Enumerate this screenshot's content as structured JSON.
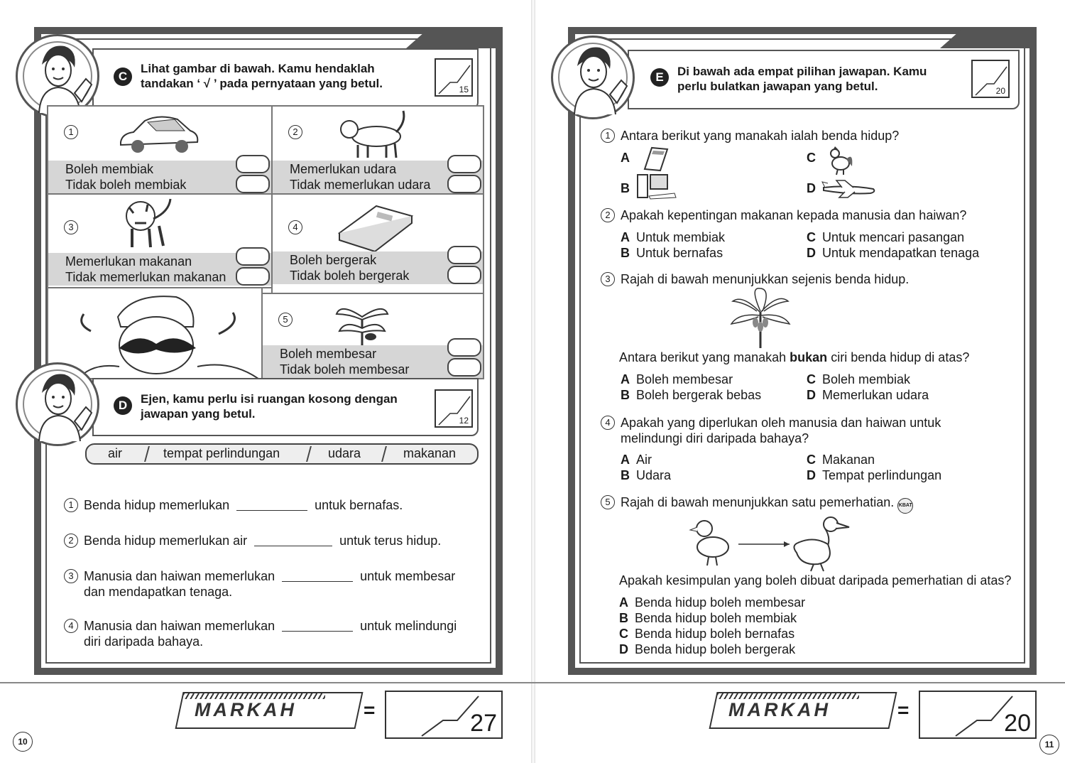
{
  "left": {
    "section_c": {
      "letter": "C",
      "instruction_1": "Lihat gambar di bawah. Kamu hendaklah",
      "instruction_2": "tandakan ‘ √ ’ pada pernyataan yang betul.",
      "score": "15",
      "items": [
        {
          "num": "1",
          "line1": "Boleh membiak",
          "line2": "Tidak boleh membiak"
        },
        {
          "num": "2",
          "line1": "Memerlukan udara",
          "line2": "Tidak memerlukan udara"
        },
        {
          "num": "3",
          "line1": "Memerlukan makanan",
          "line2": "Tidak memerlukan makanan"
        },
        {
          "num": "4",
          "line1": "Boleh bergerak",
          "line2": "Tidak boleh bergerak"
        },
        {
          "num": "5",
          "line1": "Boleh membesar",
          "line2": "Tidak boleh membesar"
        }
      ]
    },
    "section_d": {
      "letter": "D",
      "instruction_1": "Ejen, kamu perlu isi ruangan kosong dengan",
      "instruction_2": "jawapan yang betul.",
      "score": "12",
      "word_bank": [
        "air",
        "tempat perlindungan",
        "udara",
        "makanan"
      ],
      "questions": [
        {
          "num": "1",
          "before": "Benda hidup memerlukan",
          "after": "untuk bernafas.",
          "line2": ""
        },
        {
          "num": "2",
          "before": "Benda hidup memerlukan air",
          "after": "untuk terus hidup.",
          "line2": ""
        },
        {
          "num": "3",
          "before": "Manusia dan haiwan memerlukan",
          "after": "untuk membesar",
          "line2": "dan mendapatkan tenaga."
        },
        {
          "num": "4",
          "before": "Manusia dan haiwan memerlukan",
          "after": "untuk melindungi",
          "line2": "diri daripada bahaya."
        }
      ]
    },
    "markah_label": "MARKAH",
    "equals": "=",
    "total": "27",
    "page_number": "10"
  },
  "right": {
    "section_e": {
      "letter": "E",
      "instruction_1": "Di bawah ada empat pilihan jawapan. Kamu",
      "instruction_2": "perlu bulatkan jawapan yang betul.",
      "score": "20",
      "q1": {
        "num": "1",
        "text": "Antara berikut yang manakah ialah benda hidup?",
        "a": "A",
        "b": "B",
        "c": "C",
        "d": "D"
      },
      "q2": {
        "num": "2",
        "text": "Apakah kepentingan makanan kepada manusia dan haiwan?",
        "a": "Untuk membiak",
        "b": "Untuk bernafas",
        "c": "Untuk mencari pasangan",
        "d": "Untuk mendapatkan tenaga"
      },
      "q3": {
        "num": "3",
        "text": "Rajah di bawah menunjukkan sejenis benda hidup.",
        "ask_before": "Antara berikut yang manakah",
        "ask_bold": "bukan",
        "ask_after": "ciri benda hidup di atas?",
        "a": "Boleh membesar",
        "b": "Boleh bergerak bebas",
        "c": "Boleh membiak",
        "d": "Memerlukan udara"
      },
      "q4": {
        "num": "4",
        "text1": "Apakah yang diperlukan oleh manusia dan haiwan untuk",
        "text2": "melindungi diri daripada bahaya?",
        "a": "Air",
        "b": "Udara",
        "c": "Makanan",
        "d": "Tempat perlindungan"
      },
      "q5": {
        "num": "5",
        "text": "Rajah di bawah menunjukkan satu pemerhatian.",
        "badge": "KBAT",
        "ask": "Apakah kesimpulan yang boleh dibuat daripada pemerhatian di atas?",
        "a": "Benda hidup boleh membesar",
        "b": "Benda hidup boleh membiak",
        "c": "Benda hidup boleh bernafas",
        "d": "Benda hidup boleh bergerak"
      }
    },
    "markah_label": "MARKAH",
    "equals": "=",
    "total": "20",
    "page_number": "11"
  }
}
